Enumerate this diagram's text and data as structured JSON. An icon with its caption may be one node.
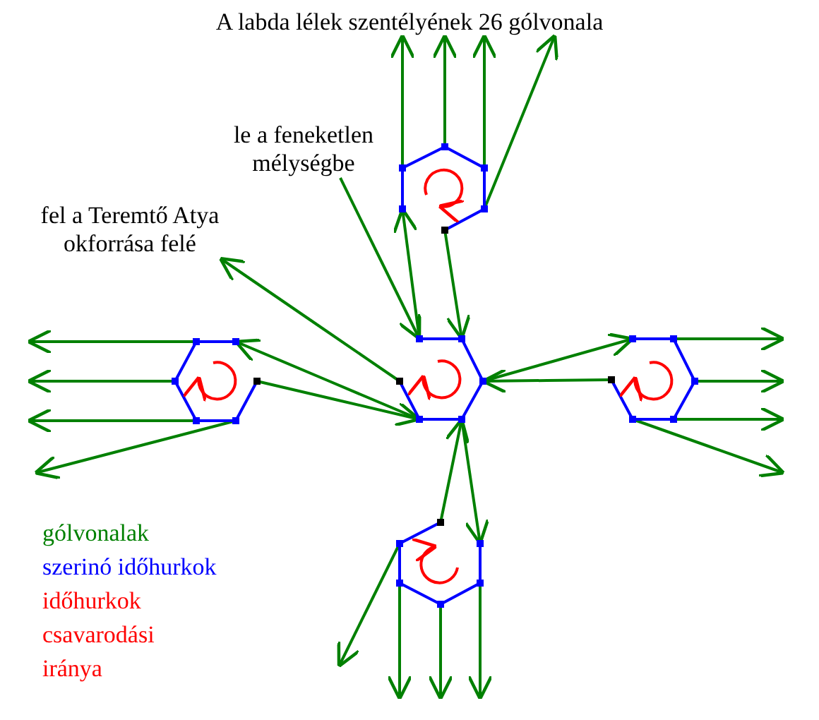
{
  "diagram": {
    "title": "A labda lélek szentélyének 26 gólvonala",
    "nodes": [
      {
        "text": [],
        "shape": "hexagon"
      },
      {
        "text": [
          "le a feneketlen mélységbe"
        ]
      },
      {
        "text": [
          "fel a Teremtő Atya okforrása felé"
        ]
      },
      {
        "text": [],
        "shape": "hexagon"
      },
      {
        "text": [],
        "shape": "hexagon"
      },
      {
        "text": [],
        "shape": "hexagon"
      },
      {
        "text": [],
        "shape": "hexagon"
      }
    ],
    "edges": [
      {
        "from": 0,
        "to": null,
        "arrow": "to"
      },
      {
        "from": 0,
        "to": null,
        "arrow": "to"
      },
      {
        "from": 0,
        "to": null,
        "arrow": "to"
      },
      {
        "from": 0,
        "to": null,
        "arrow": "to"
      },
      {
        "from": 4,
        "to": 0,
        "arrow": "to"
      },
      {
        "from": 0,
        "to": 4,
        "arrow": "to"
      },
      {
        "from": 1,
        "to": 4,
        "arrow": "to"
      },
      {
        "from": 4,
        "to": 2,
        "arrow": "to"
      },
      {
        "from": 3,
        "to": null,
        "arrow": "to"
      },
      {
        "from": 3,
        "to": null,
        "arrow": "to"
      },
      {
        "from": 3,
        "to": null,
        "arrow": "to"
      },
      {
        "from": 3,
        "to": null,
        "arrow": "to"
      },
      {
        "from": 4,
        "to": 3,
        "arrow": "to"
      },
      {
        "from": 3,
        "to": 4,
        "arrow": "to"
      },
      {
        "from": 4,
        "to": 5,
        "arrow": "to"
      },
      {
        "from": 5,
        "to": 4,
        "arrow": "to"
      },
      {
        "from": 5,
        "to": null,
        "arrow": "to"
      },
      {
        "from": 5,
        "to": null,
        "arrow": "to"
      },
      {
        "from": 5,
        "to": null,
        "arrow": "to"
      },
      {
        "from": 5,
        "to": null,
        "arrow": "to"
      },
      {
        "from": 6,
        "to": 4,
        "arrow": "to"
      },
      {
        "from": 4,
        "to": 6,
        "arrow": "to"
      },
      {
        "from": 6,
        "to": null,
        "arrow": "to"
      },
      {
        "from": 6,
        "to": null,
        "arrow": "to"
      },
      {
        "from": 6,
        "to": null,
        "arrow": "to"
      },
      {
        "from": 6,
        "to": null,
        "arrow": "to"
      }
    ],
    "legend": [
      {
        "text": "gólvonalak",
        "color": "#008000"
      },
      {
        "text": "szerinó időhurkok",
        "color": "#0000ff"
      },
      {
        "text": "időhurkok csavarodási iránya",
        "color": "#ff0000"
      }
    ]
  }
}
